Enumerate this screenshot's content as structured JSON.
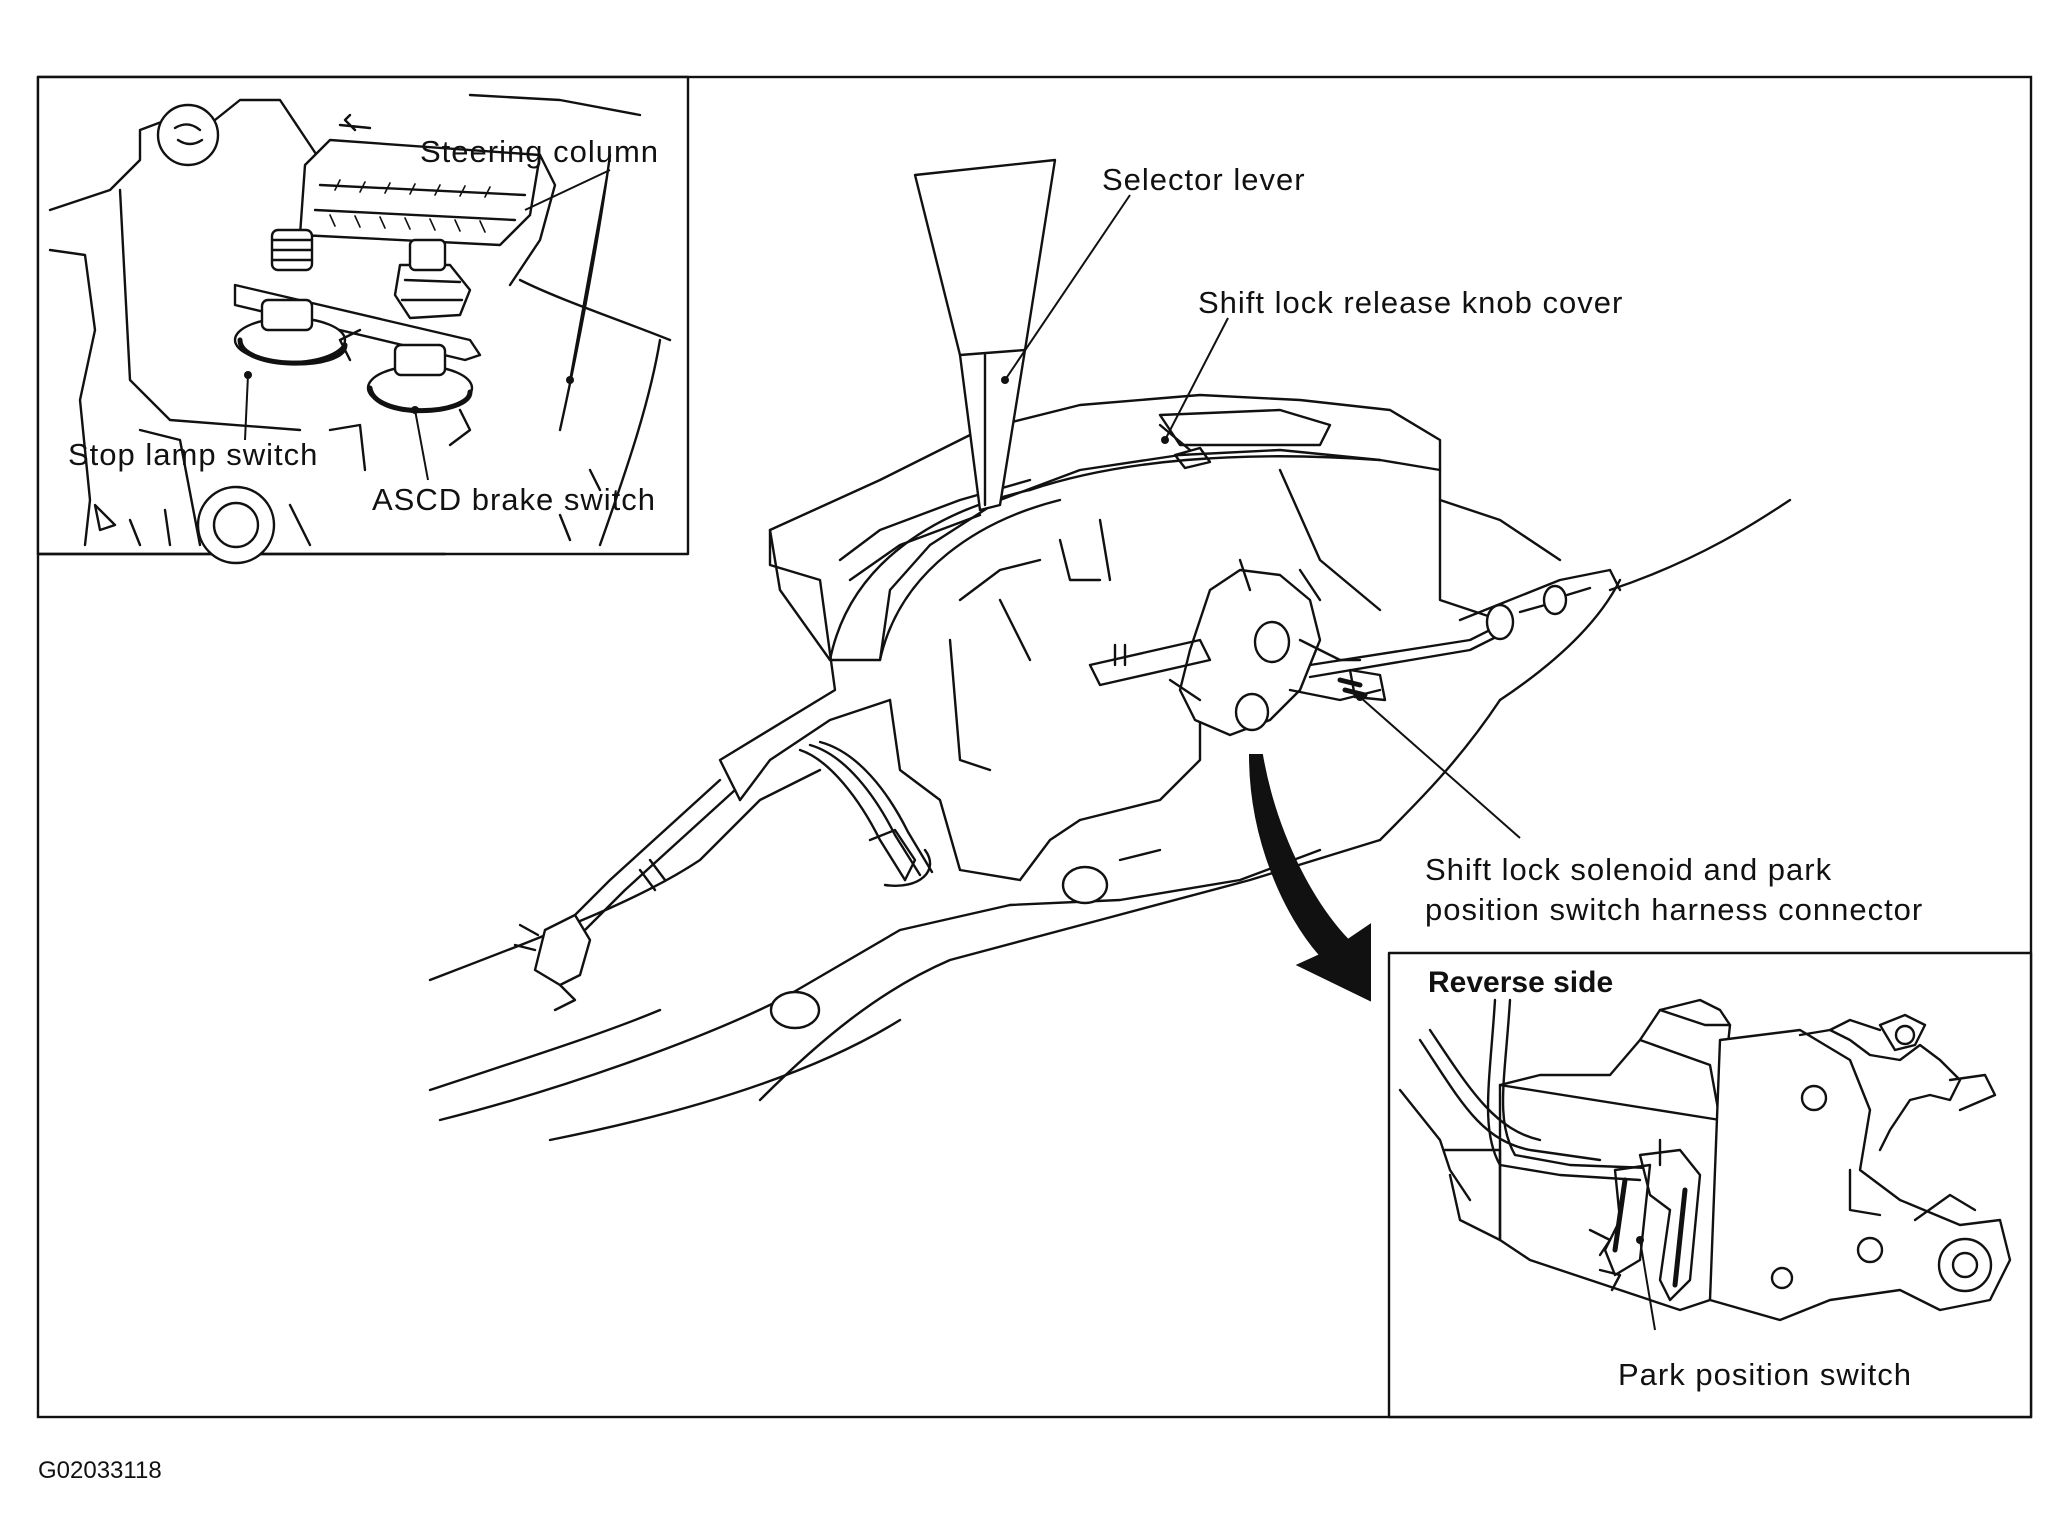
{
  "labels": {
    "steering_column": "Steering column",
    "stop_lamp_switch": "Stop lamp switch",
    "ascd_brake_switch": "ASCD brake switch",
    "selector_lever": "Selector lever",
    "shift_lock_release_knob_cover": "Shift lock release knob cover",
    "harness_connector_line1": "Shift lock solenoid and park",
    "harness_connector_line2": "position switch harness connector",
    "reverse_side": "Reverse side",
    "park_position_switch": "Park position switch"
  },
  "figure_code": "G02033118"
}
